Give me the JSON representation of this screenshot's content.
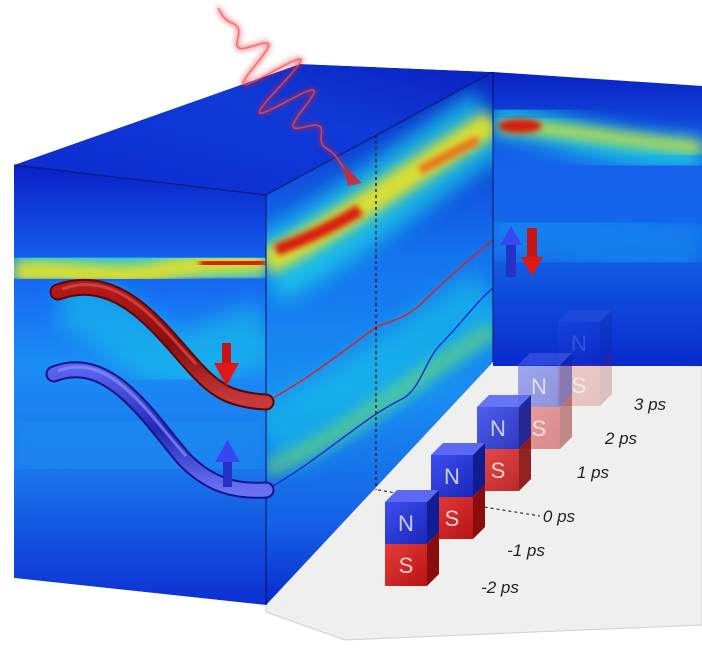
{
  "time_labels": [
    {
      "label": "3 ps"
    },
    {
      "label": "2 ps"
    },
    {
      "label": "1 ps"
    },
    {
      "label": "0 ps"
    },
    {
      "label": "-1 ps"
    },
    {
      "label": "-2 ps"
    }
  ],
  "magnets": [
    {
      "top": "N",
      "bottom": "S",
      "opacity": 1.0
    },
    {
      "top": "N",
      "bottom": "S",
      "opacity": 1.0
    },
    {
      "top": "N",
      "bottom": "S",
      "opacity": 0.9
    },
    {
      "top": "N",
      "bottom": "S",
      "opacity": 0.45
    },
    {
      "top": "N",
      "bottom": "S",
      "opacity": 0.2
    }
  ],
  "colors": {
    "spin_up": "#2a3cf0",
    "spin_down": "#e01818",
    "north_pole": "#2438d6",
    "south_pole": "#d52020",
    "floor": "#efefef",
    "background_field": "#0a2fd0"
  }
}
